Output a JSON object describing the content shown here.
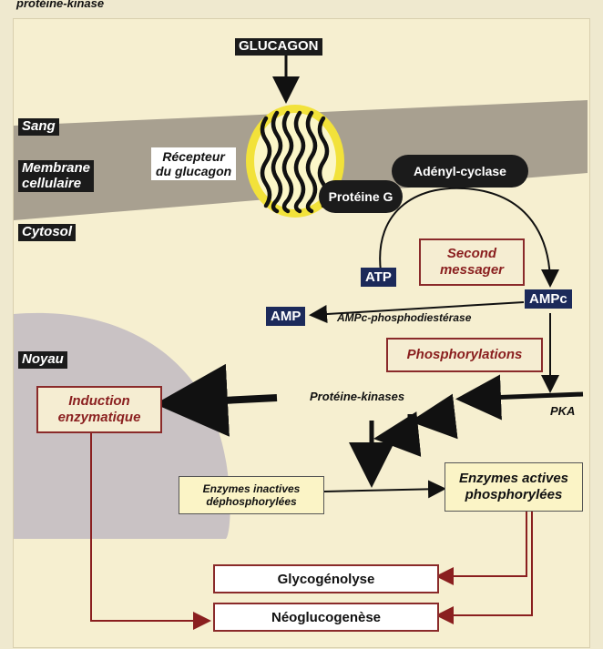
{
  "caption": "protéine-kinase",
  "labels": {
    "glucagon": "GLUCAGON",
    "sang": "Sang",
    "membrane": "Membrane\ncellulaire",
    "cytosol": "Cytosol",
    "noyau": "Noyau",
    "recepteur": "Récepteur\ndu glucagon",
    "proteine_g": "Protéine G",
    "adenyl_cyclase": "Adényl-cyclase",
    "atp": "ATP",
    "second_messager": "Second\nmessager",
    "ampc": "AMPc",
    "amp": "AMP",
    "phosphodiesterase": "AMPc-phosphodiestérase",
    "phosphorylations": "Phosphorylations",
    "proteine_kinases": "Protéine-kinases",
    "pka": "PKA",
    "induction": "Induction\nenzymatique",
    "enzymes_inactives": "Enzymes inactives\ndéphosphorylées",
    "enzymes_actives": "Enzymes actives\nphosphorylées",
    "glycogenolyse": "Glycogénolyse",
    "neoglucogenese": "Néoglucogenèse"
  },
  "colors": {
    "membrane_band": "#a8a090",
    "receptor_halo": "#f2e23a",
    "navy": "#1c2a5a",
    "dark_red": "#8a2a2a",
    "nucleus": "#c9c2c4"
  }
}
